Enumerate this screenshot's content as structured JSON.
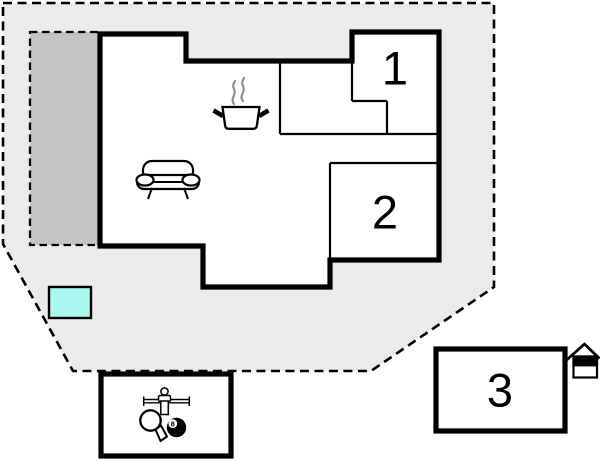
{
  "floor_plan": {
    "rooms": [
      {
        "label": "1"
      },
      {
        "label": "2"
      },
      {
        "label": "3"
      }
    ],
    "billiard_ball": {
      "number": "8"
    },
    "colors": {
      "ground": "#ebebeb",
      "terrace": "#c4c4c4",
      "pool": "#abf7f2",
      "wall": "#000000",
      "steam": "#8f8f8f"
    },
    "icons": [
      "stove-pot-icon",
      "sofa-icon",
      "foosball-player-icon",
      "table-tennis-paddle-icon",
      "eight-ball-icon",
      "annex-house-icon"
    ]
  }
}
